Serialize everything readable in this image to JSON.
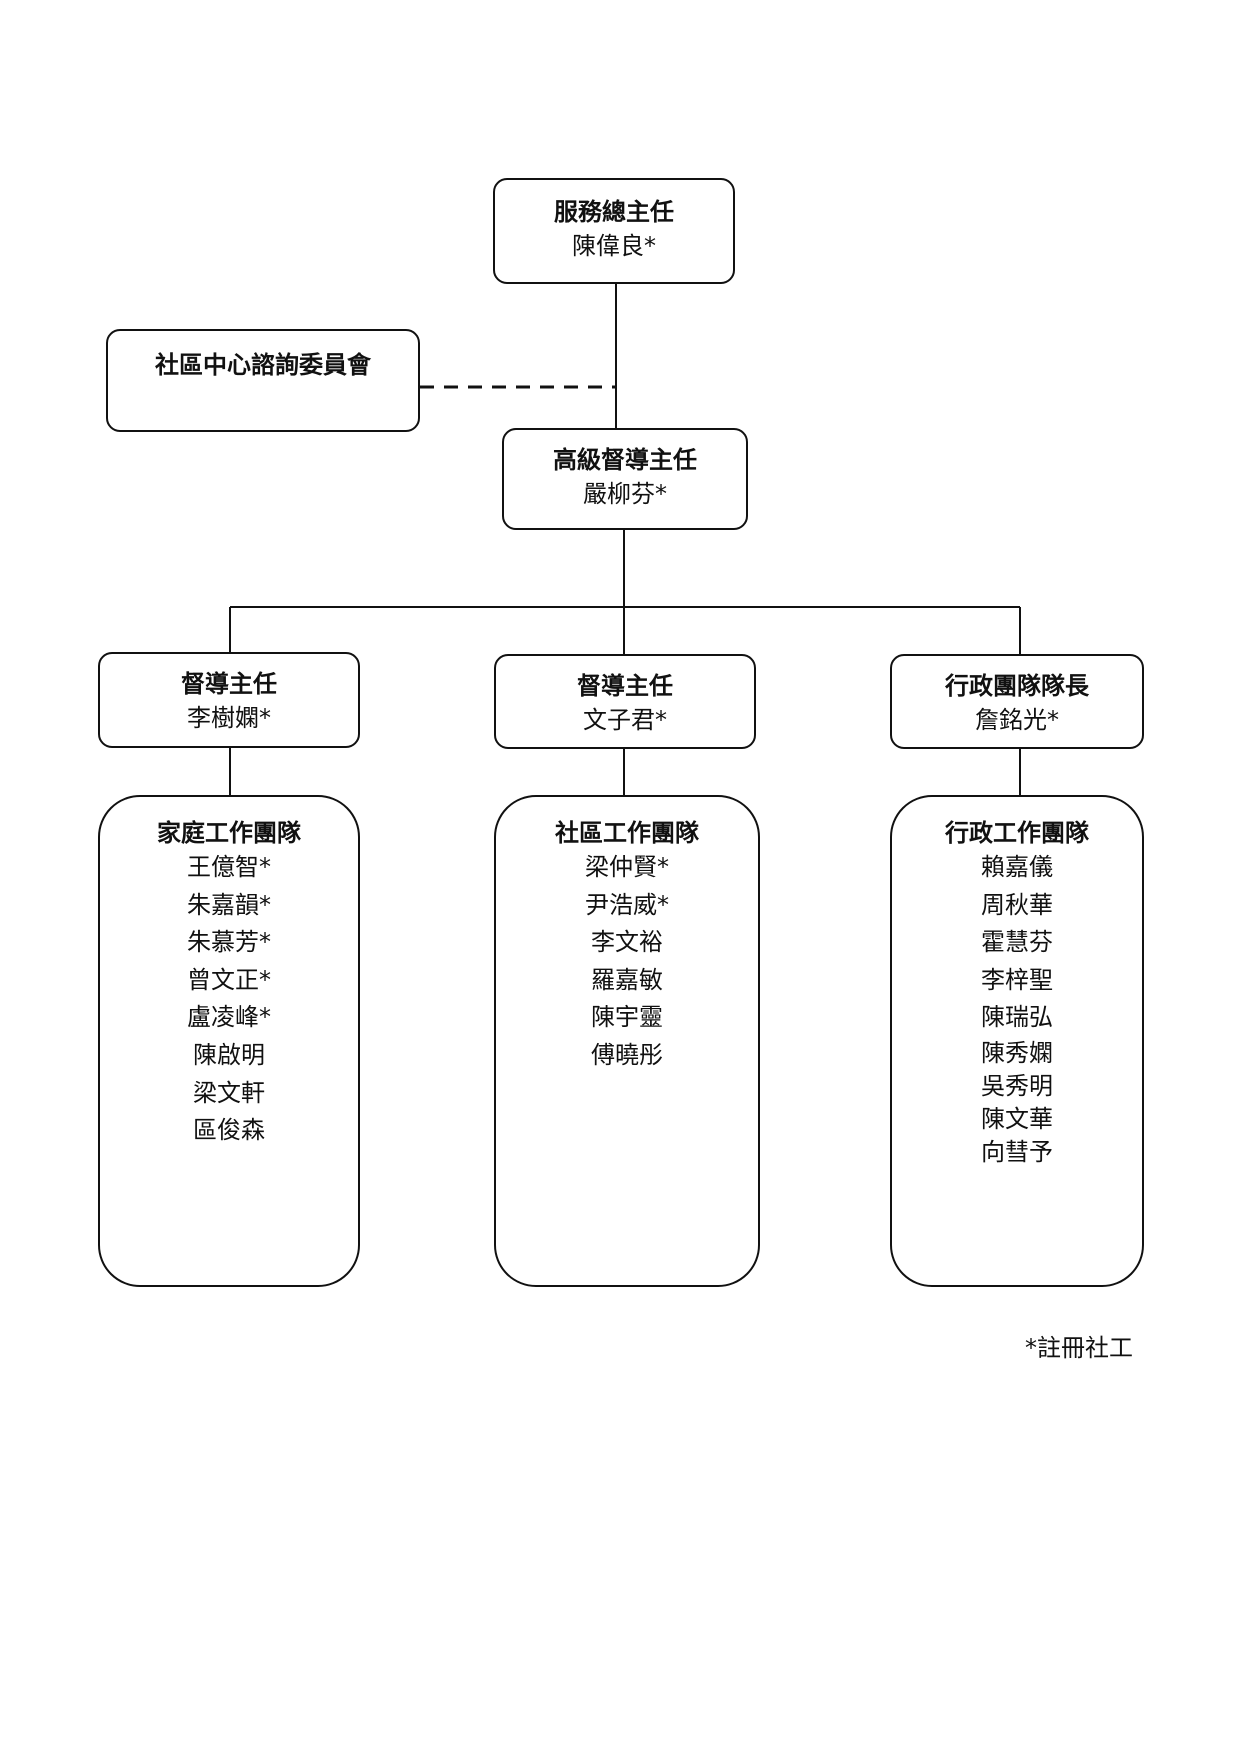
{
  "director": {
    "title": "服務總主任",
    "name": "陳偉良*"
  },
  "committee": {
    "title": "社區中心諮詢委員會"
  },
  "senior_supervisor": {
    "title": "高級督導主任",
    "name": "嚴柳芬*"
  },
  "supervisors": [
    {
      "title": "督導主任",
      "name": "李樹嫻*"
    },
    {
      "title": "督導主任",
      "name": "文子君*"
    },
    {
      "title": "行政團隊隊長",
      "name": "詹銘光*"
    }
  ],
  "teams": [
    {
      "title": "家庭工作團隊",
      "members": [
        "王億智*",
        "朱嘉韻*",
        "朱慕芳*",
        "曾文正*",
        "盧凌峰*",
        "陳啟明",
        "梁文軒",
        "區俊森"
      ]
    },
    {
      "title": "社區工作團隊",
      "members": [
        "梁仲賢*",
        "尹浩威*",
        "李文裕",
        "羅嘉敏",
        "陳宇靈",
        "傅曉彤"
      ]
    },
    {
      "title": "行政工作團隊",
      "members": [
        "賴嘉儀",
        "周秋華",
        "霍慧芬",
        "李梓聖",
        "陳瑞弘",
        "陳秀嫻",
        "吳秀明",
        "陳文華",
        "向彗予"
      ]
    }
  ],
  "footnote": "*註冊社工"
}
